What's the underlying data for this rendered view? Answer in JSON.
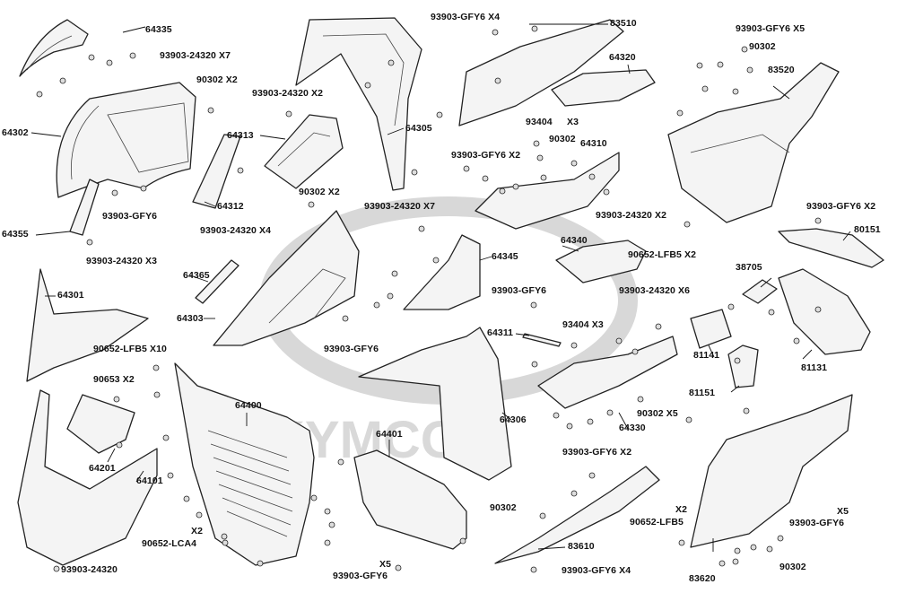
{
  "watermark": {
    "brand": "KYMCO"
  },
  "labels": {
    "l64335": "64335",
    "l93903_24320_x7a": "93903-24320 X7",
    "l90302_x2a": "90302  X2",
    "l93903_24320_x2a": "93903-24320 X2",
    "l64302": "64302",
    "l64313": "64313",
    "l64305": "64305",
    "l64312": "64312",
    "l90302_x2b": "90302  X2",
    "l93903_gfy6_a": "93903-GFY6",
    "l64355": "64355",
    "l93903_24320_x4": "93903-24320 X4",
    "l93903_24320_x3": "93903-24320 X3",
    "l64301": "64301",
    "l64365": "64365",
    "l64303": "64303",
    "l93903_gfy6_b": "93903-GFY6",
    "l90652_lfb5_x10": "90652-LFB5 X10",
    "l90653_x2": "90653  X2",
    "l64201": "64201",
    "l64400": "64400",
    "l64101": "64101",
    "l64401": "64401",
    "l90652_lca4_x2": "X2",
    "l90652_lca4": "90652-LCA4",
    "l93903_24320": "93903-24320",
    "l93903_gfy6_x5_bottom_x": "X5",
    "l93903_gfy6_x5_bottom": "93903-GFY6",
    "l93903_gfy6_x4_top": "93903-GFY6 X4",
    "l83510": "83510",
    "l64320": "64320",
    "l93404_x3a": "93404",
    "l93404_x3a_x": "X3",
    "l90302_c": "90302",
    "l64310": "64310",
    "l93903_gfy6_x2a": "93903-GFY6 X2",
    "l93903_24320_x7b": "93903-24320  X7",
    "l93903_24320_x2b": "93903-24320 X2",
    "l64345": "64345",
    "l64340": "64340",
    "l93903_gfy6_c": "93903-GFY6",
    "l64311": "64311",
    "l93404_x3b": "93404  X3",
    "l64306": "64306",
    "l90302_x5": "90302  X5",
    "l64330": "64330",
    "l93903_gfy6_x2b": "93903-GFY6 X2",
    "l90302_d": "90302",
    "l83610": "83610",
    "l93903_gfy6_x4_bottom": "93903-GFY6 X4",
    "l93903_gfy6_x5_top": "93903-GFY6 X5",
    "l90302_e": "90302",
    "l83520": "83520",
    "l93903_gfy6_x2c": "93903-GFY6 X2",
    "l90652_lfb5_x2": "90652-LFB5 X2",
    "l80151": "80151",
    "l38705": "38705",
    "l93903_24320_x6": "93903-24320 X6",
    "l81141": "81141",
    "l81151": "81151",
    "l81131": "81131",
    "l90652_lfb5_x2b_x": "X2",
    "l90652_lfb5_b": "90652-LFB5",
    "l93903_gfy6_x5_right_x": "X5",
    "l93903_gfy6_x5_right": "93903-GFY6",
    "l83620": "83620",
    "l90302_f": "90302"
  }
}
